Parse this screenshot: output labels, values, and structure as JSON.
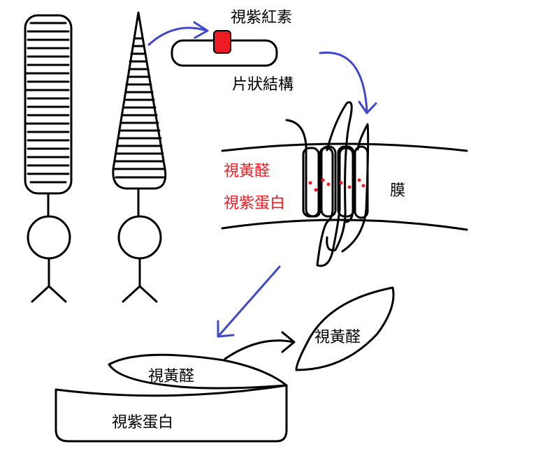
{
  "labels": {
    "rhodopsin_top": "視紫紅素",
    "disc_structure": "片狀結構",
    "retinal_red": "視黃醛",
    "opsin_red": "視紫蛋白",
    "membrane": "膜",
    "retinal_bottom": "視黃醛",
    "opsin_bottom": "視紫蛋白",
    "retinal_released": "視黃醛"
  },
  "colors": {
    "ink": "#000000",
    "arrow": "#3f48cc",
    "red_label": "#ed1c24",
    "pigment": "#ed1c24"
  }
}
